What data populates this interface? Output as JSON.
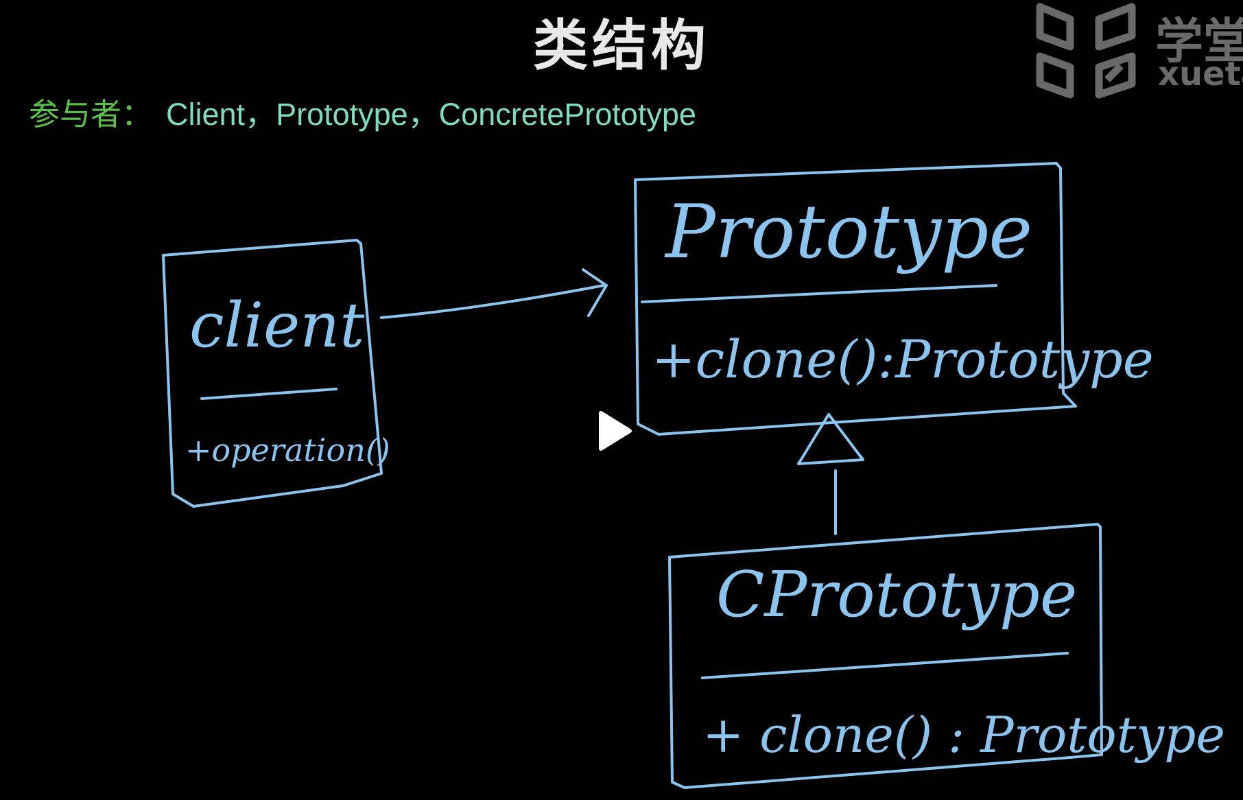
{
  "slide": {
    "title": "类结构",
    "participants_label": "参与者：",
    "participants_names": "Client，Prototype，ConcretePrototype"
  },
  "logo": {
    "text_cn": "学堂",
    "text_en": "xuetang"
  },
  "diagram": {
    "client_box": {
      "name": "client",
      "method": "+operation()"
    },
    "prototype_box": {
      "name": "Prototype",
      "method": "+clone():Prototype"
    },
    "cprototype_box": {
      "name": "CPrototype",
      "method": "+ clone() : Prototype"
    }
  },
  "colors": {
    "background": "#000000",
    "ink": "#8cc4f0",
    "title": "#e8e8e8",
    "label_green": "#5bbf4a",
    "names_teal": "#7fdcc0",
    "logo_gray": "#6a6a6a"
  },
  "icons": {
    "play": "play-icon"
  }
}
